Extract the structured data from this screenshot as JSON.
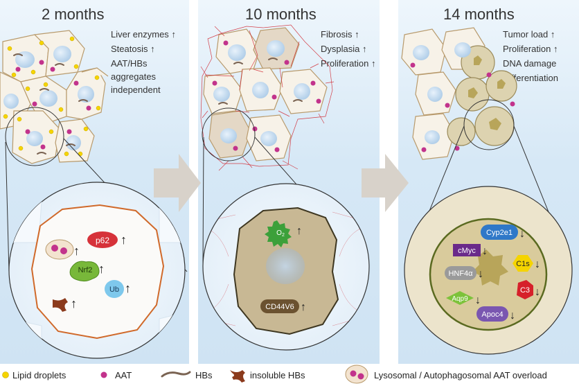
{
  "colors": {
    "panel_bg": "#d4e7f5",
    "panel_light": "#eef6fc",
    "cell_fill": "#f7f2e8",
    "cell_stroke": "#b89a6c",
    "nucleus": "#b9d6ee",
    "lipid": "#f5d400",
    "aat": "#c2338c",
    "hbs": "#7a6352",
    "insoluble_hbs": "#8b3a1c",
    "fibrosis": "#d0202a",
    "tumor": "#b8a55a",
    "arrow_grey": "#d8d2ca"
  },
  "panels": [
    {
      "title": "2 months",
      "features": [
        "Liver enzymes",
        "Steatosis",
        "AAT/HBs",
        "aggregates",
        "independent"
      ],
      "feature_arrows": [
        "↑",
        "↑",
        "",
        "",
        ""
      ],
      "zoom_markers": [
        {
          "text": "p62",
          "arrow": "↑",
          "icon": "p62-icon"
        },
        {
          "text": "Nrf2",
          "arrow": "↑",
          "icon": "nrf2-icon"
        },
        {
          "text": "Ub",
          "arrow": "↑",
          "icon": "ub-icon"
        },
        {
          "text": "",
          "arrow": "↑",
          "icon": "lysosome-icon"
        },
        {
          "text": "",
          "arrow": "↑",
          "icon": "insoluble-hbs-icon"
        }
      ]
    },
    {
      "title": "10 months",
      "features": [
        "Fibrosis",
        "Dysplasia",
        "Proliferation"
      ],
      "feature_arrows": [
        "↑",
        "↑",
        "↑"
      ],
      "zoom_markers": [
        {
          "text": "O",
          "sub": "2",
          "arrow": "↑",
          "icon": "oxygen-icon"
        },
        {
          "text": "CD44V6",
          "arrow": "↑",
          "icon": "cd44v6-icon"
        }
      ]
    },
    {
      "title": "14 months",
      "features": [
        "Tumor load",
        "Proliferation",
        "DNA damage",
        "Differentiation"
      ],
      "feature_arrows": [
        "↑",
        "↑",
        "",
        ""
      ],
      "zoom_markers": [
        {
          "text": "Cyp2e1",
          "arrow": "↓"
        },
        {
          "text": "cMyc",
          "arrow": "↓"
        },
        {
          "text": "C1s",
          "arrow": "↓"
        },
        {
          "text": "HNF4α",
          "arrow": "↓"
        },
        {
          "text": "C3",
          "arrow": "↓"
        },
        {
          "text": "Aqp9",
          "arrow": "↓"
        },
        {
          "text": "Apoc4",
          "arrow": "↓"
        }
      ]
    }
  ],
  "legend": [
    {
      "label": "Lipid droplets",
      "icon": "lipid-droplet-icon"
    },
    {
      "label": "AAT",
      "icon": "aat-icon"
    },
    {
      "label": "HBs",
      "icon": "hbs-icon"
    },
    {
      "label": "insoluble HBs",
      "icon": "insoluble-hbs-icon"
    },
    {
      "label": "Lysosomal / Autophagosomal AAT overload",
      "icon": "lysosome-icon"
    }
  ]
}
